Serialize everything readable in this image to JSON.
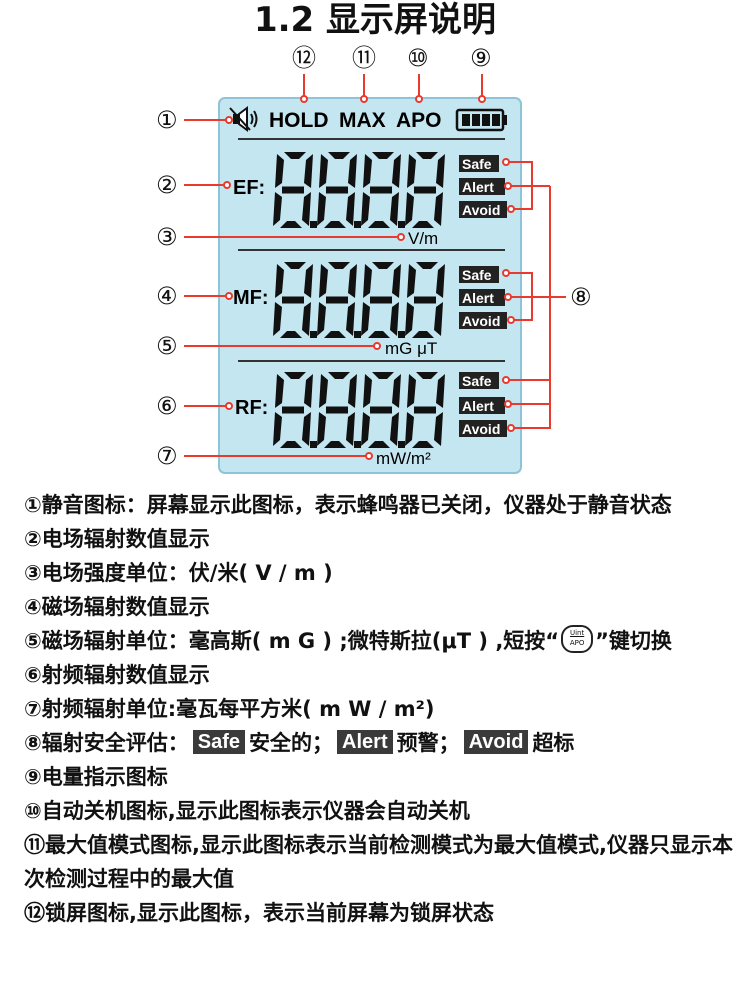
{
  "page": {
    "title": "1.2 显示屏说明"
  },
  "lcd": {
    "top_labels": {
      "hold": "HOLD",
      "max": "MAX",
      "apo": "APO"
    },
    "rows": [
      {
        "label": "EF:",
        "digits": "8.8.8.8",
        "unit": "V/m"
      },
      {
        "label": "MF:",
        "digits": "8.8.8.8",
        "unit": "mG μT"
      },
      {
        "label": "RF:",
        "digits": "8.8.8.8",
        "unit": "mW/m²"
      }
    ],
    "badges": {
      "safe": "Safe",
      "alert": "Alert",
      "avoid": "Avoid"
    },
    "colors": {
      "screen": "#c4e6f1",
      "screen_border": "#8ec3d8",
      "callout": "#e83a2e",
      "segment": "#111111"
    }
  },
  "callouts": {
    "n1": "①",
    "n2": "②",
    "n3": "③",
    "n4": "④",
    "n5": "⑤",
    "n6": "⑥",
    "n7": "⑦",
    "n8": "⑧",
    "n9": "⑨",
    "n10": "⑩",
    "n11": "⑪",
    "n12": "⑫"
  },
  "descriptions": {
    "d1": "①静音图标：屏幕显示此图标，表示蜂鸣器已关闭，仪器处于静音状态",
    "d2": "②电场辐射数值显示",
    "d3": "③电场强度单位：伏/米( V / m )",
    "d4": "④磁场辐射数值显示",
    "d5a": "⑤磁场辐射单位：毫高斯( m G ) ;微特斯拉(μT ) ,短按“",
    "d5_btn_top": "Uint",
    "d5_btn_bottom": "APO",
    "d5b": "”键切换",
    "d6": "⑥射频辐射数值显示",
    "d7": "⑦射频辐射单位:毫瓦每平方米( m W / m²)",
    "d8_prefix": "⑧辐射安全评估：",
    "d8_safe": "Safe",
    "d8_safe_text": "安全的；",
    "d8_alert": "Alert",
    "d8_alert_text": "预警；",
    "d8_avoid": "Avoid",
    "d8_avoid_text": "超标",
    "d9": "⑨电量指示图标",
    "d10": "⑩自动关机图标,显示此图标表示仪器会自动关机",
    "d11": "⑪最大值模式图标,显示此图标表示当前检测模式为最大值模式,仪器只显示本次检测过程中的最大值",
    "d12": "⑫锁屏图标,显示此图标，表示当前屏幕为锁屏状态"
  }
}
